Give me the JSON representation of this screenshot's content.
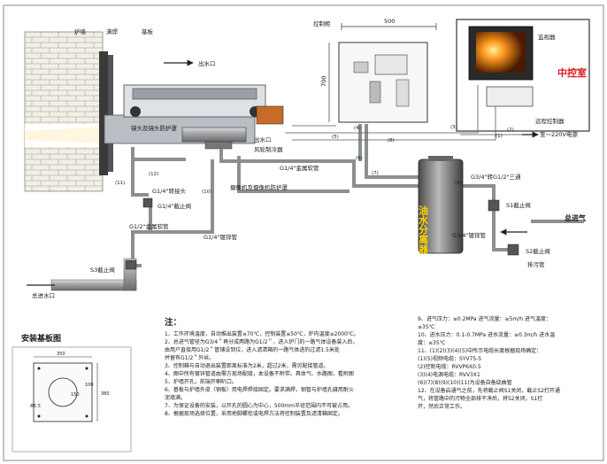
{
  "labels": {
    "furnace_wall": "炉墙",
    "welding": "满焊",
    "base_plate": "基板",
    "water_outlet": "出水口",
    "lens_shield": "镜头及镜头防护罩",
    "water_outlet2": "出水口",
    "cooling_jacket": "风轮制冷器",
    "g14_metal_hose": "G1/4\"金属软管",
    "camera_shield": "摄像机及摄像机防护罩",
    "g14_adapter": "G1/4\"转接头",
    "g14_stop_valve": "G1/4\"截止阀",
    "g12_metal_hose": "G1/2\"金属软管",
    "g14_galv_pipe": "G1/4\"镀锌管",
    "s3_valve": "S3截止阀",
    "water_inlet": "总进水口",
    "control_cabinet": "控制柜",
    "dim_500": "500",
    "dim_700": "700",
    "separator": "油水分离器",
    "g34_g12_tee": "G3/4\"转G1/2\"三通",
    "s1_valve": "S1截止阀",
    "air_inlet": "总进气",
    "g34_galv_pipe": "G3/4\"镀锌管",
    "s2_valve": "S2截止阀",
    "drain": "排污管",
    "monitor": "监视器",
    "control_room": "中控室",
    "remote_controller": "远程控制器",
    "power": "至～220V电源",
    "cable_1": "(1)",
    "cable_2": "(2)",
    "cable_3": "(3)",
    "cable_4": "(4)",
    "cable_5": "(5)",
    "cable_6": "(6)",
    "cable_7": "(7)",
    "cable_8": "(8)",
    "cable_9": "(9)",
    "cable_10": "(10)",
    "cable_11": "(11)",
    "cable_12": "(12)"
  },
  "base_plate_figure": {
    "title": "安装基板图",
    "dim_350": "350",
    "dim_380": "380",
    "dim_150": "150",
    "dim_100": "100",
    "dim_d": "Φ5.5"
  },
  "notes": {
    "title": "注：",
    "left": [
      "1、工作环境温度，自动推出装置≤70℃，控制装置≤50℃，炉内温度≤2000℃。",
      "2、总进气管径为G3/4＂再分成两路为G1/2＂，进入炉门的一路气体设备装入后，",
      "   由用户直接用G1/2＂管铺设到位，进入滤清箱的一路气体进的过滤1.5米处",
      "   并留有G1/2＂外丝。",
      "3、控制箱与自动退出装置距离标准为2米，超过2米，需另配接管道。",
      "4、图中所有镀锌管道由需方现场配接，本设备不附带。具体气、水路图，看附图",
      "5、炉墙开孔，前端开喇叭口。",
      "6、基板与炉墙外皮（钢板）用电焊焊接固定。要求满焊，钢管与炉墙孔缝用耐火",
      "   泥填满。",
      "7、为保证设备的安装，以开孔的圆心为中心，500mm半径范围内不可被占用。",
      "8、根据现场选择位置，采用地脚螺栓或电焊方法将控制装置及滤清箱固定。"
    ],
    "right": [
      "9、进气压力：≥0.2MPa  进气流量：≥5m/h  进气温度：",
      "   ≤35℃",
      "10、进水压力：0.1-0.7MPa  进水流量：≥0.3m/h  进水温",
      "   度：≤35℃",
      "11、(1)(2)(3)(4)(5)中所示电缆长度根据现场确定：",
      "   (1)(5)视频电缆：SYV75-5",
      "   (2)控制电缆：RVVP6X0.5",
      "   (3)(4)电源电缆：RVV3X1",
      "   (6)(7)(8)(9)(10)(11)为设备自备绕曲管",
      "12、在设备启通气之前，先将截止阀S1关闭，截止S2打开通",
      "   气，将管路中的污物全部排干净后，将S2关闭，S1打",
      "   开，然后正常工作。"
    ]
  }
}
